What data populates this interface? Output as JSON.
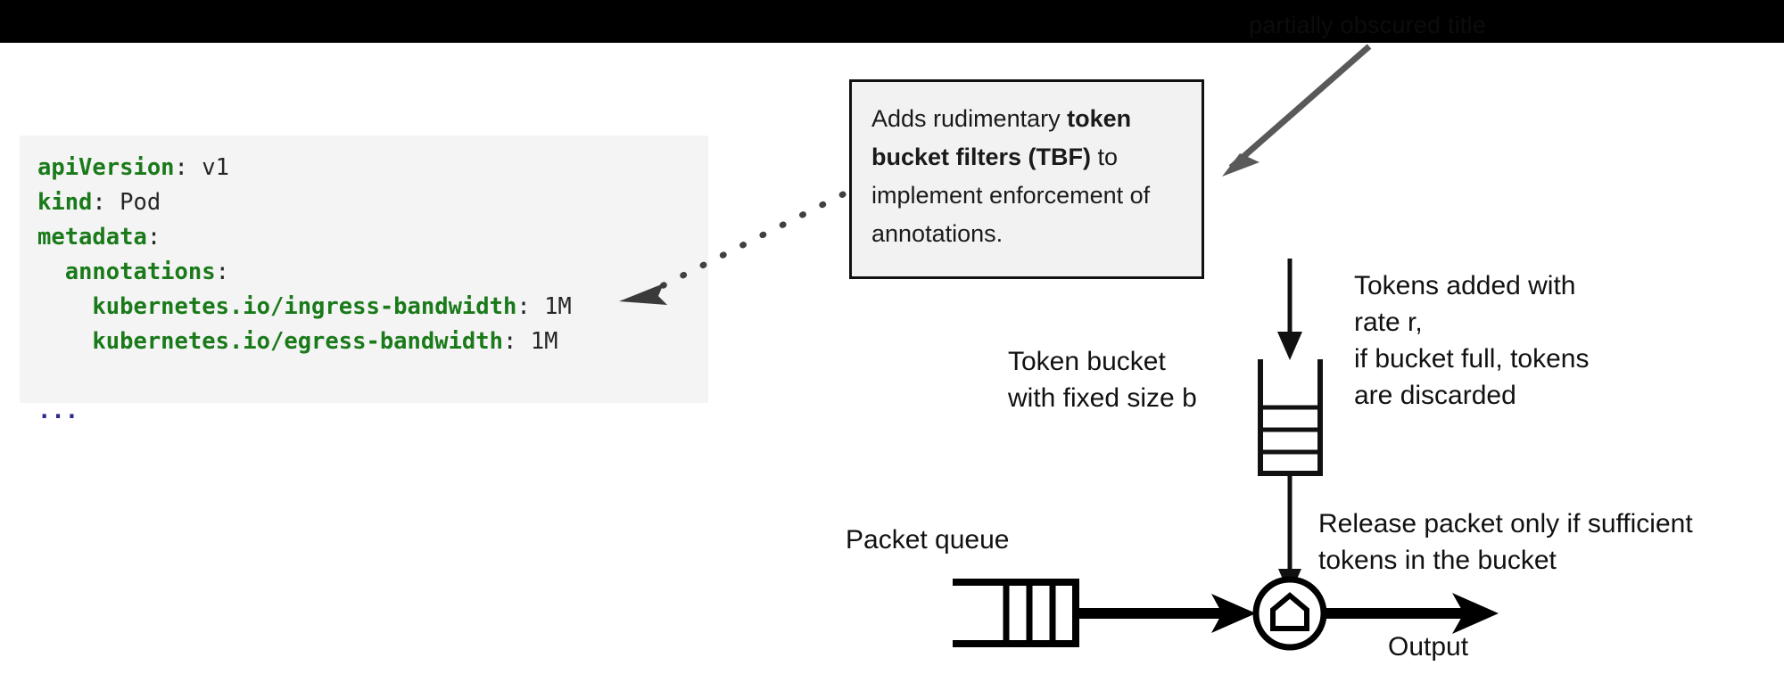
{
  "banner": {
    "text": "partially obscured title"
  },
  "yaml": {
    "lines": [
      {
        "key": "apiVersion",
        "sep": ": ",
        "value": "v1",
        "indent": 0
      },
      {
        "key": "kind",
        "sep": ": ",
        "value": "Pod",
        "indent": 0
      },
      {
        "key": "metadata",
        "sep": ":",
        "value": "",
        "indent": 0
      },
      {
        "key": "annotations",
        "sep": ":",
        "value": "",
        "indent": 1
      },
      {
        "key": "kubernetes.io/ingress-bandwidth",
        "sep": ": ",
        "value": "1M",
        "indent": 2
      },
      {
        "key": "kubernetes.io/egress-bandwidth",
        "sep": ": ",
        "value": "1M",
        "indent": 2
      }
    ],
    "ellipsis": "...",
    "key_color": "#1a7a1a",
    "value_color": "#262626",
    "ellipsis_color": "#2b2b8f",
    "background_color": "#f4f4f4"
  },
  "callout": {
    "text_plain": "Adds rudimentary token bucket filters (TBF) to implement enforcement of annotations.",
    "segments": [
      {
        "text": "Adds rudimentary ",
        "bold": false
      },
      {
        "text": "token bucket filters (TBF)",
        "bold": true
      },
      {
        "text": " to implement enforcement of annotations.",
        "bold": false
      }
    ],
    "background_color": "#f2f2f2",
    "border_color": "#111111"
  },
  "diagram": {
    "labels": {
      "token_bucket": "Token bucket\nwith fixed size b",
      "tokens_added": "Tokens added with\nrate r,\nif bucket full, tokens\nare discarded",
      "release": "Release packet only if sufficient\ntokens in the bucket",
      "packet_queue": "Packet queue",
      "output": "Output"
    },
    "bucket": {
      "token_rows": 3,
      "stroke_color": "#111111"
    },
    "packet_queue": {
      "dividers": 3,
      "stroke_color": "#000000"
    },
    "node": {
      "shape": "circle-with-pentagon",
      "stroke_color": "#000000"
    },
    "pointer_arrow_color": "#595959",
    "dotted_connector_color": "#404040"
  }
}
